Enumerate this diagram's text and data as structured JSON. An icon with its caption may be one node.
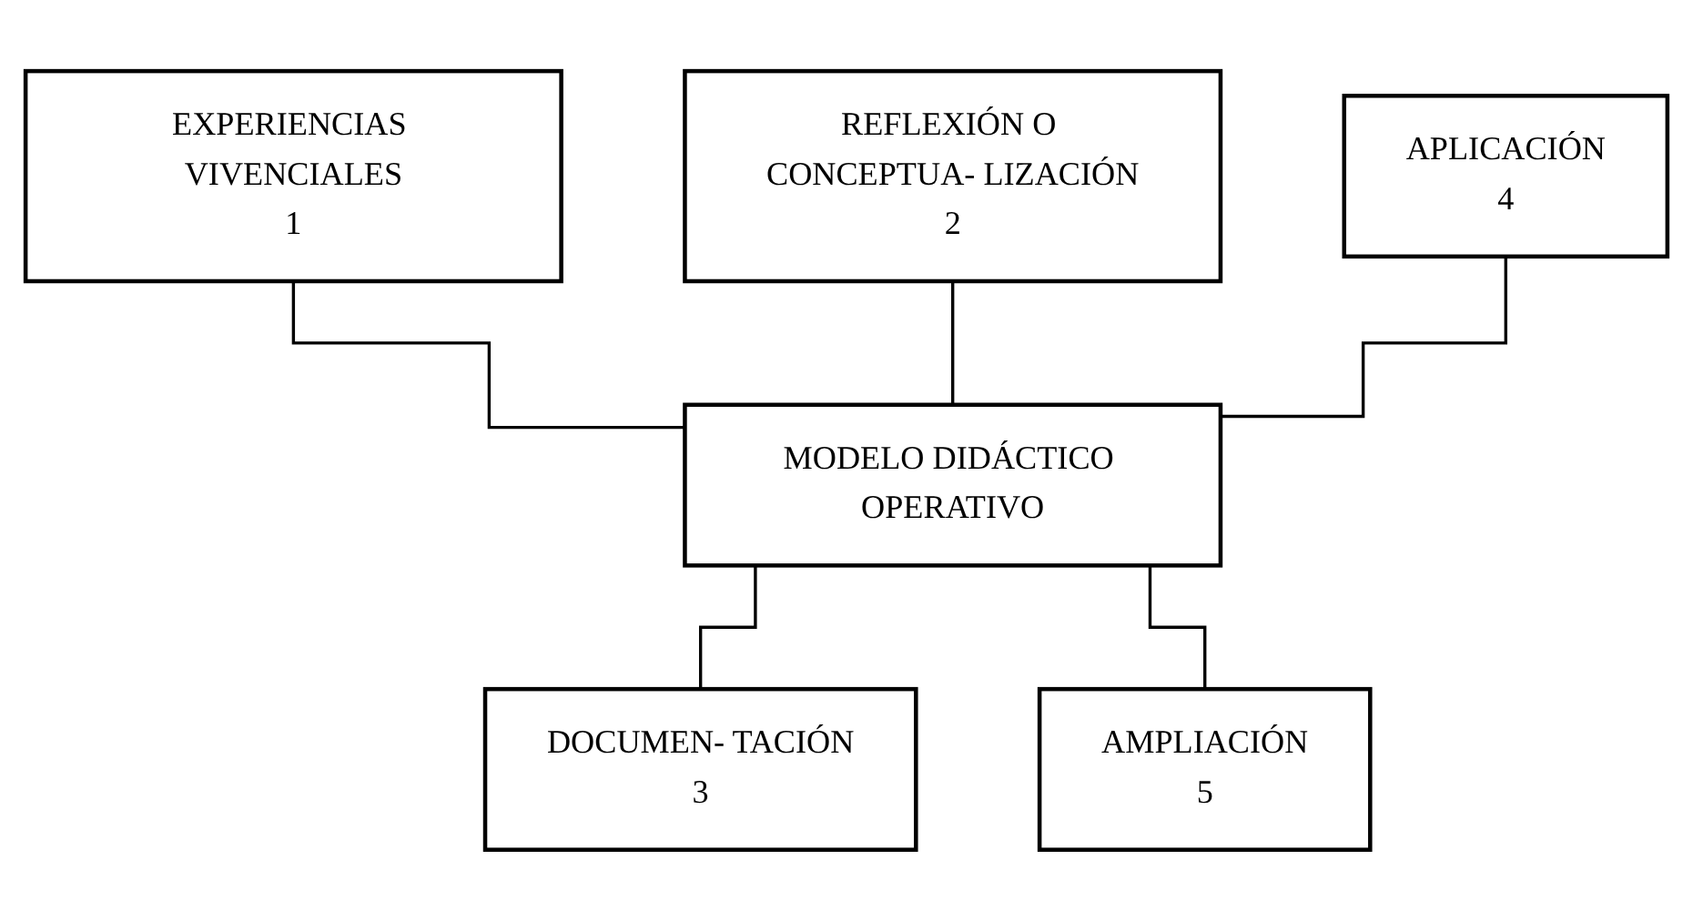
{
  "diagram": {
    "nodes": [
      {
        "text": [
          "EXPERIENCIAS VIVENCIALES",
          "1"
        ]
      },
      {
        "text": [
          "REFLEXIÓN O CONCEPTUA- LIZACIÓN",
          "2"
        ]
      },
      {
        "text": [
          "APLICACIÓN",
          "4"
        ]
      },
      {
        "text": [
          "MODELO DIDÁCTICO OPERATIVO"
        ]
      },
      {
        "text": [
          "DOCUMEN- TACIÓN",
          "3"
        ]
      },
      {
        "text": [
          "AMPLIACIÓN",
          "5"
        ]
      }
    ],
    "edges": [
      {
        "from": 0,
        "to": 3,
        "arrow": "none"
      },
      {
        "from": 1,
        "to": 3,
        "arrow": "none"
      },
      {
        "from": 2,
        "to": 3,
        "arrow": "none"
      },
      {
        "from": 3,
        "to": 4,
        "arrow": "none"
      },
      {
        "from": 3,
        "to": 5,
        "arrow": "none"
      }
    ]
  }
}
